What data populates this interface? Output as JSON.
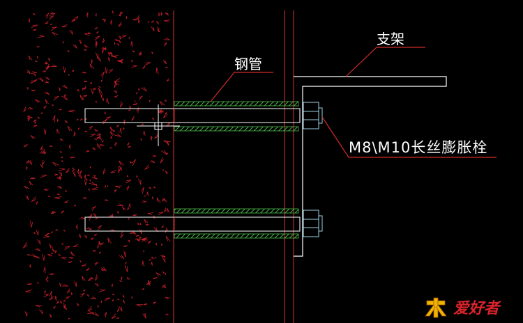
{
  "labels": {
    "steel_pipe": "钢管",
    "support": "支架",
    "bolt": "M8\\M10长丝膨胀栓"
  },
  "watermark": {
    "text": "爱好者",
    "logo_icon": "wood-house-logo-icon"
  },
  "colors": {
    "background": "#000000",
    "wall_speckle": "#c8202a",
    "wall_edge": "#b52a2a",
    "pipe_hatch": "#4cb84c",
    "bolt": "#9ad0e0",
    "bracket": "#ffffff",
    "leader": "#d02a2a"
  }
}
